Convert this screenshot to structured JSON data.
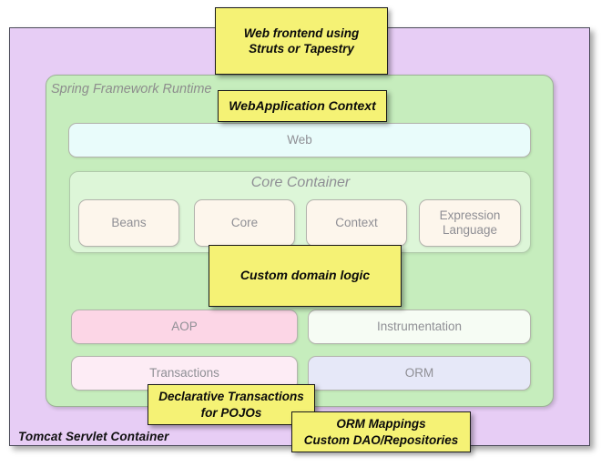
{
  "diagram": {
    "title": "Spring Framework Runtime architecture",
    "outer_container": {
      "label": "Tomcat Servlet Container",
      "color": "#e7cdf5"
    },
    "runtime": {
      "label": "Spring Framework Runtime",
      "color": "#c6edbd"
    },
    "layers": {
      "web": {
        "label": "Web",
        "color": "#e9fcfb"
      },
      "core_container": {
        "label": "Core Container",
        "color": "#ddf6d8",
        "modules": [
          {
            "label": "Beans",
            "color": "#fdf6ec"
          },
          {
            "label": "Core",
            "color": "#fdf6ec"
          },
          {
            "label": "Context",
            "color": "#fdf6ec"
          },
          {
            "label": "Expression\nLanguage",
            "color": "#fdf6ec"
          }
        ]
      },
      "middle_row": [
        {
          "label": "AOP",
          "color": "#fcd6e6"
        },
        {
          "label": "Instrumentation",
          "color": "#f6fcf4"
        }
      ],
      "bottom_row": [
        {
          "label": "Transactions",
          "color": "#fdecf5"
        },
        {
          "label": "ORM",
          "color": "#e6e8f8"
        }
      ]
    },
    "callouts": [
      {
        "id": "web-frontend",
        "text": "Web frontend  using\nStruts or Tapestry",
        "color": "#f5f275"
      },
      {
        "id": "webapplication-context",
        "text": "WebApplication Context",
        "color": "#f5f275"
      },
      {
        "id": "custom-domain-logic",
        "text": "Custom domain logic",
        "color": "#f5f275"
      },
      {
        "id": "declarative-transactions",
        "text": "Declarative Transactions\nfor POJOs",
        "color": "#f5f275"
      },
      {
        "id": "orm-mappings",
        "text": "ORM Mappings\nCustom DAO/Repositories",
        "color": "#f5f275"
      }
    ]
  }
}
